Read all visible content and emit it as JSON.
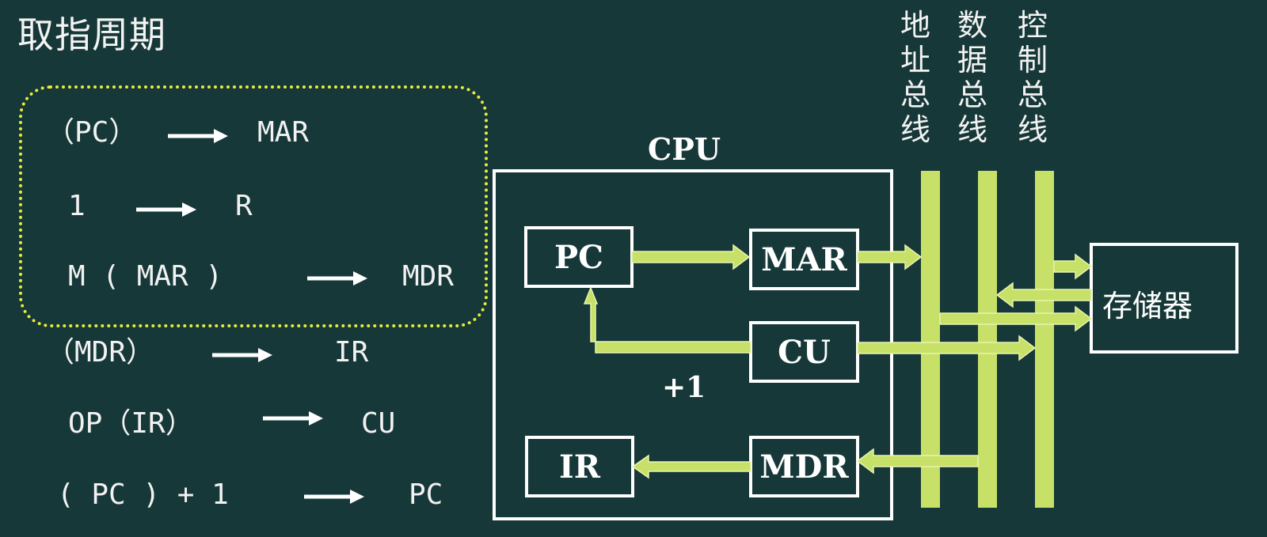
{
  "title": "取指周期",
  "steps": [
    {
      "left": "（PC）",
      "right": "MAR"
    },
    {
      "left": "1",
      "right": "R"
    },
    {
      "left": "M ( MAR )",
      "right": "MDR"
    },
    {
      "left": "（MDR）",
      "right": "IR"
    },
    {
      "left": "OP（IR）",
      "right": "CU"
    },
    {
      "left": "( PC ) + 1",
      "right": "PC"
    }
  ],
  "diagram": {
    "cpu_label": "CPU",
    "registers": {
      "pc": "PC",
      "mar": "MAR",
      "cu": "CU",
      "ir": "IR",
      "mdr": "MDR"
    },
    "increment_label": "+1",
    "memory_label": "存储器",
    "buses": {
      "address": "地址总线",
      "data": "数据总线",
      "control": "控制总线"
    }
  },
  "colors": {
    "background": "#173838",
    "highlight_dotted": "#e6ee3c",
    "bus_green": "#c6e068",
    "text": "#f4f4f4"
  }
}
